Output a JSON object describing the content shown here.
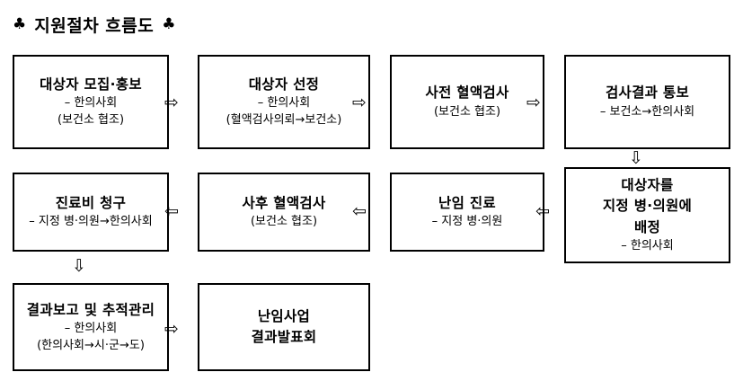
{
  "title": {
    "text": "지원절차 흐름도",
    "left_ornament": "♣",
    "right_ornament": "♣",
    "ornament_icon": "club-suit-icon"
  },
  "diagram": {
    "type": "flowchart",
    "orientation": "serpentine-boustrophedon",
    "nodes": [
      {
        "id": "n1",
        "row": 1,
        "order": 1,
        "lines": [
          {
            "text": "대상자 모집·홍보",
            "style": "head"
          },
          {
            "text": "– 한의사회",
            "style": "sub"
          },
          {
            "text": "(보건소 협조)",
            "style": "sub"
          }
        ]
      },
      {
        "id": "n2",
        "row": 1,
        "order": 2,
        "lines": [
          {
            "text": "대상자 선정",
            "style": "head"
          },
          {
            "text": "– 한의사회",
            "style": "sub"
          },
          {
            "text": "(혈액검사의뢰→보건소)",
            "style": "sub"
          }
        ]
      },
      {
        "id": "n3",
        "row": 1,
        "order": 3,
        "lines": [
          {
            "text": "사전 혈액검사",
            "style": "head"
          },
          {
            "text": "(보건소 협조)",
            "style": "sub"
          }
        ]
      },
      {
        "id": "n4",
        "row": 1,
        "order": 4,
        "lines": [
          {
            "text": "검사결과 통보",
            "style": "head"
          },
          {
            "text": "– 보건소→한의사회",
            "style": "sub"
          }
        ]
      },
      {
        "id": "n5",
        "row": 2,
        "order": 1,
        "lines": [
          {
            "text": "대상자를",
            "style": "head"
          },
          {
            "text": "지정 병·의원에",
            "style": "head"
          },
          {
            "text": "배정",
            "style": "head"
          },
          {
            "text": "– 한의사회",
            "style": "sub"
          }
        ]
      },
      {
        "id": "n6",
        "row": 2,
        "order": 2,
        "lines": [
          {
            "text": "난임 진료",
            "style": "head"
          },
          {
            "text": "– 지정 병·의원",
            "style": "sub"
          }
        ]
      },
      {
        "id": "n7",
        "row": 2,
        "order": 3,
        "lines": [
          {
            "text": "사후 혈액검사",
            "style": "head"
          },
          {
            "text": "(보건소 협조)",
            "style": "sub"
          }
        ]
      },
      {
        "id": "n8",
        "row": 2,
        "order": 4,
        "lines": [
          {
            "text": "진료비 청구",
            "style": "head"
          },
          {
            "text": "– 지정 병·의원→한의사회",
            "style": "sub"
          }
        ]
      },
      {
        "id": "n9",
        "row": 3,
        "order": 1,
        "lines": [
          {
            "text": "결과보고 및 추적관리",
            "style": "head"
          },
          {
            "text": "– 한의사회",
            "style": "sub"
          },
          {
            "text": "(한의사회→시·군→도)",
            "style": "sub"
          }
        ]
      },
      {
        "id": "n10",
        "row": 3,
        "order": 2,
        "lines": [
          {
            "text": "난임사업",
            "style": "head"
          },
          {
            "text": "결과발표회",
            "style": "head"
          }
        ]
      }
    ],
    "connectors": [
      {
        "id": "c1",
        "glyph": "⇨",
        "direction": "right",
        "icon": "arrow-right-icon",
        "from": "n1",
        "to": "n2"
      },
      {
        "id": "c2",
        "glyph": "⇨",
        "direction": "right",
        "icon": "arrow-right-icon",
        "from": "n2",
        "to": "n3"
      },
      {
        "id": "c3",
        "glyph": "⇨",
        "direction": "right",
        "icon": "arrow-right-icon",
        "from": "n3",
        "to": "n4"
      },
      {
        "id": "c4",
        "glyph": "⇩",
        "direction": "down",
        "icon": "arrow-down-icon",
        "from": "n4",
        "to": "n5"
      },
      {
        "id": "c5",
        "glyph": "⇦",
        "direction": "left",
        "icon": "arrow-left-icon",
        "from": "n5",
        "to": "n6"
      },
      {
        "id": "c6",
        "glyph": "⇦",
        "direction": "left",
        "icon": "arrow-left-icon",
        "from": "n6",
        "to": "n7"
      },
      {
        "id": "c7",
        "glyph": "⇦",
        "direction": "left",
        "icon": "arrow-left-icon",
        "from": "n7",
        "to": "n8"
      },
      {
        "id": "c8",
        "glyph": "⇩",
        "direction": "down",
        "icon": "arrow-down-icon",
        "from": "n8",
        "to": "n9"
      },
      {
        "id": "c9",
        "glyph": "⇨",
        "direction": "right",
        "icon": "arrow-right-icon",
        "from": "n9",
        "to": "n10"
      }
    ]
  },
  "colors": {
    "background": "#ffffff",
    "box_border": "#000000",
    "text": "#000000"
  }
}
